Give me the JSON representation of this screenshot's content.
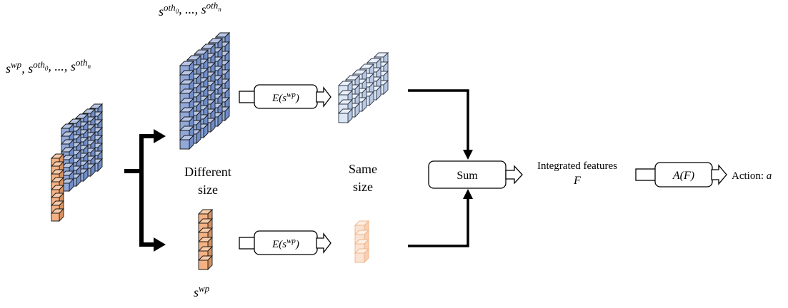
{
  "labels": {
    "input_states": "s^{wp}, s^{oth_0}, ..., s^{oth_n}",
    "other_states": "s^{oth_0}, ..., s^{oth_n}",
    "wp_state": "s^{wp}",
    "different_size_line1": "Different",
    "different_size_line2": "size",
    "same_size_line1": "Same",
    "same_size_line2": "size",
    "integrated_line1": "Integrated features",
    "integrated_line2": "F",
    "action_label": "Action: ",
    "action_var": "a"
  },
  "boxes": {
    "encoder_top": "E(s^{wp})",
    "encoder_bottom": "E(s^{wp})",
    "sum": "Sum",
    "actor": "A(F)"
  },
  "colors": {
    "blue_front": "#92a8d8",
    "blue_side": "#6f8dc9",
    "blue_top": "#b7c6e7",
    "orange_front": "#f4b183",
    "orange_side": "#d8925f",
    "light_blue_front": "#dce6f4",
    "light_orange_front": "#fbe3d3",
    "edge": "#1a1a1a",
    "arrow": "#000000"
  }
}
